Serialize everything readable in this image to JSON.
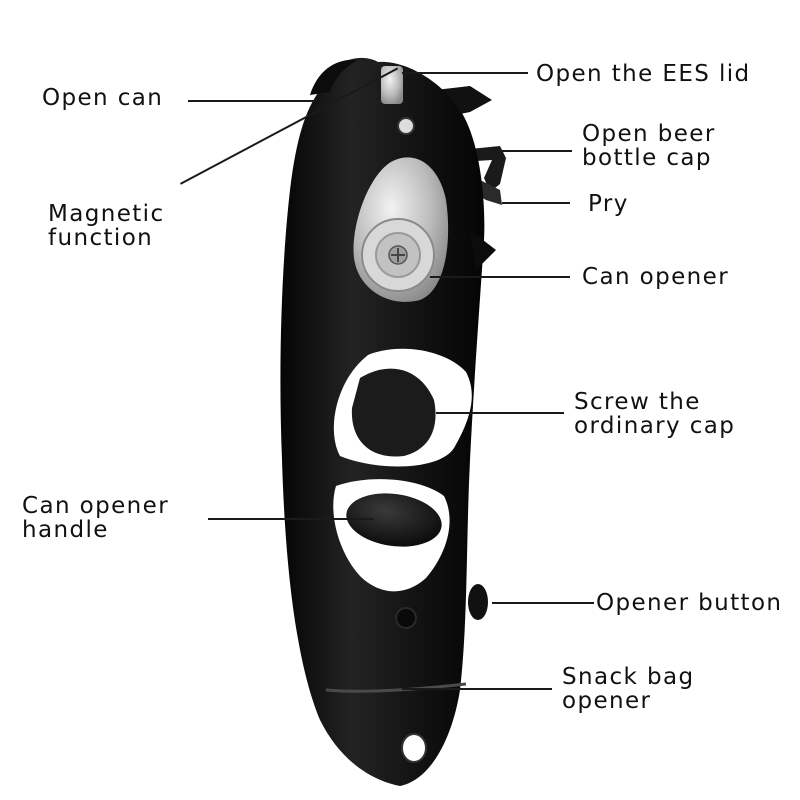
{
  "colors": {
    "background": "#ffffff",
    "body": "#161616",
    "metal": "#c9c9c9",
    "text": "#111111"
  },
  "callouts": {
    "open_ees_lid": "Open the EES lid",
    "open_can": "Open can",
    "open_beer_line1": "Open beer",
    "open_beer_line2": "bottle cap",
    "pry": "Pry",
    "magnetic_line1": "Magnetic",
    "magnetic_line2": "function",
    "can_opener": "Can opener",
    "screw_line1": "Screw the",
    "screw_line2": "ordinary cap",
    "handle_line1": "Can opener",
    "handle_line2": "handle",
    "opener_button": "Opener button",
    "snack_line1": "Snack bag",
    "snack_line2": "opener"
  }
}
